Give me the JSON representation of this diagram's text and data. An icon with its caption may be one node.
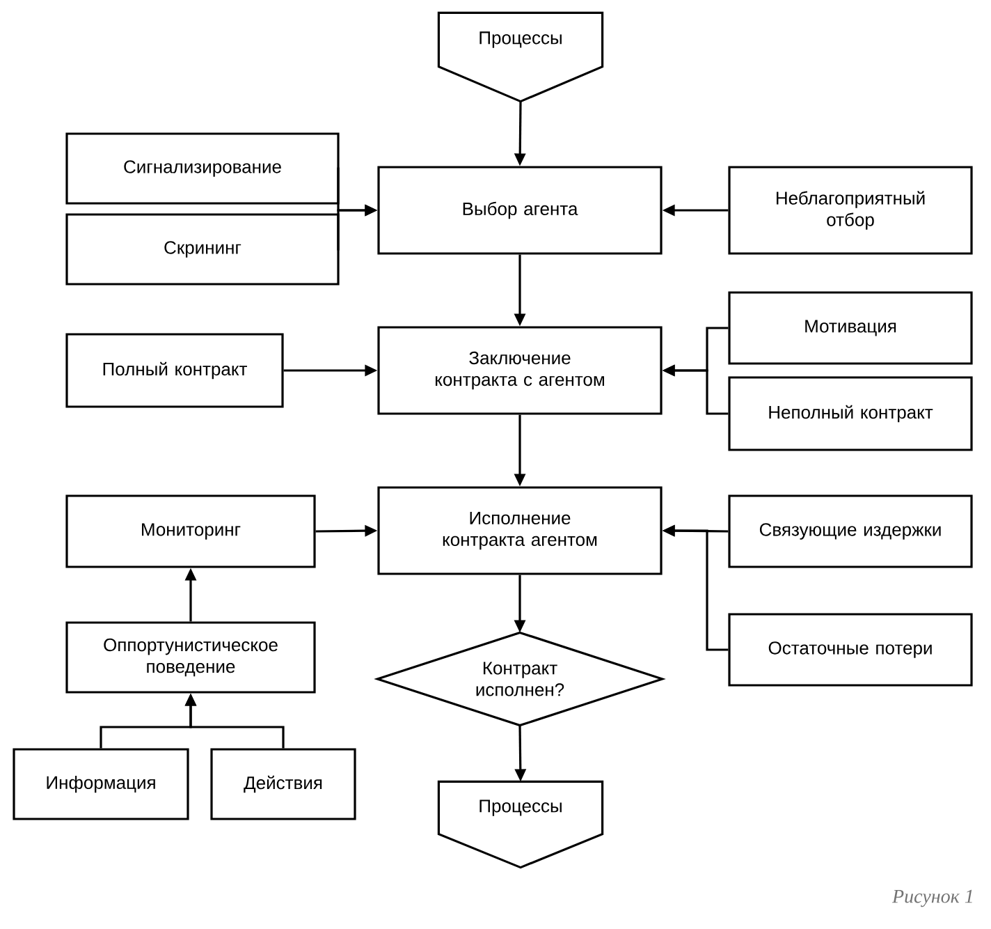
{
  "diagram": {
    "caption": "Рисунок 1",
    "nodes": [
      {
        "text": [
          "Процессы"
        ]
      },
      {
        "text": [
          "Сигнализирование"
        ]
      },
      {
        "text": [
          "Скрининг"
        ]
      },
      {
        "text": [
          "Выбор агента"
        ]
      },
      {
        "text": [
          "Неблагоприятный отбор"
        ]
      },
      {
        "text": [
          "Полный контракт"
        ]
      },
      {
        "text": [
          "Заключение контракта с агентом"
        ]
      },
      {
        "text": [
          "Мотивация"
        ]
      },
      {
        "text": [
          "Неполный контракт"
        ]
      },
      {
        "text": [
          "Мониторинг"
        ]
      },
      {
        "text": [
          "Исполнение контракта агентом"
        ]
      },
      {
        "text": [
          "Связующие издержки"
        ]
      },
      {
        "text": [
          "Оппортунистическое поведение"
        ]
      },
      {
        "text": [
          "Остаточные потери"
        ]
      },
      {
        "text": [
          "Контракт исполнен?"
        ]
      },
      {
        "text": [
          "Информация"
        ]
      },
      {
        "text": [
          "Действия"
        ]
      },
      {
        "text": [
          "Процессы"
        ]
      }
    ],
    "edges": [
      {
        "from": 0,
        "to": 3,
        "arrow": "to"
      },
      {
        "from": 1,
        "to": 3,
        "arrow": "to"
      },
      {
        "from": 2,
        "to": 3,
        "arrow": "to"
      },
      {
        "from": 4,
        "to": 3,
        "arrow": "to"
      },
      {
        "from": 3,
        "to": 6,
        "arrow": "to"
      },
      {
        "from": 5,
        "to": 6,
        "arrow": "to"
      },
      {
        "from": 7,
        "to": 6,
        "arrow": "to"
      },
      {
        "from": 8,
        "to": 6,
        "arrow": "to"
      },
      {
        "from": 6,
        "to": 10,
        "arrow": "to"
      },
      {
        "from": 9,
        "to": 10,
        "arrow": "to"
      },
      {
        "from": 11,
        "to": 10,
        "arrow": "to"
      },
      {
        "from": 13,
        "to": 10,
        "arrow": "to"
      },
      {
        "from": 12,
        "to": 9,
        "arrow": "to"
      },
      {
        "from": 15,
        "to": 12,
        "arrow": "to"
      },
      {
        "from": 16,
        "to": 12,
        "arrow": "to"
      },
      {
        "from": 10,
        "to": 14,
        "arrow": "to"
      },
      {
        "from": 14,
        "to": 17,
        "arrow": "to"
      }
    ]
  }
}
